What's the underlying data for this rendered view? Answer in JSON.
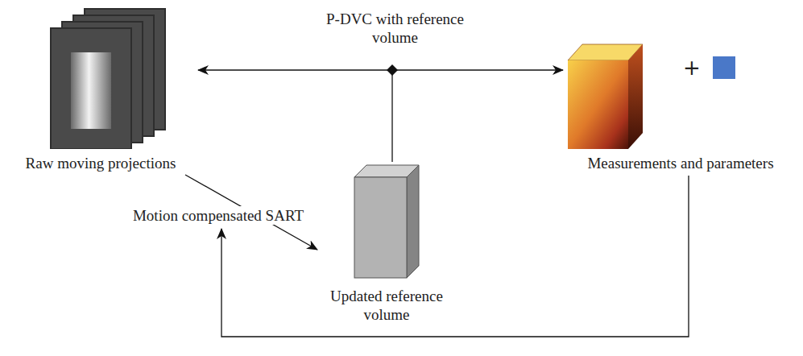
{
  "diagram": {
    "nodes": [
      {
        "text": [
          "Raw moving projections"
        ]
      },
      {
        "text": [
          "Updated reference volume"
        ]
      },
      {
        "text": [
          "Measurements and parameters"
        ]
      }
    ],
    "edges": [
      {
        "from": 0,
        "to": 2,
        "arrow": "both",
        "label": "P-DVC with reference volume"
      },
      {
        "from": 0,
        "to": 1,
        "arrow": "to",
        "label": "Motion compensated SART"
      },
      {
        "from": 2,
        "to": 1,
        "arrow": "to"
      }
    ],
    "labels": [
      "+"
    ]
  }
}
